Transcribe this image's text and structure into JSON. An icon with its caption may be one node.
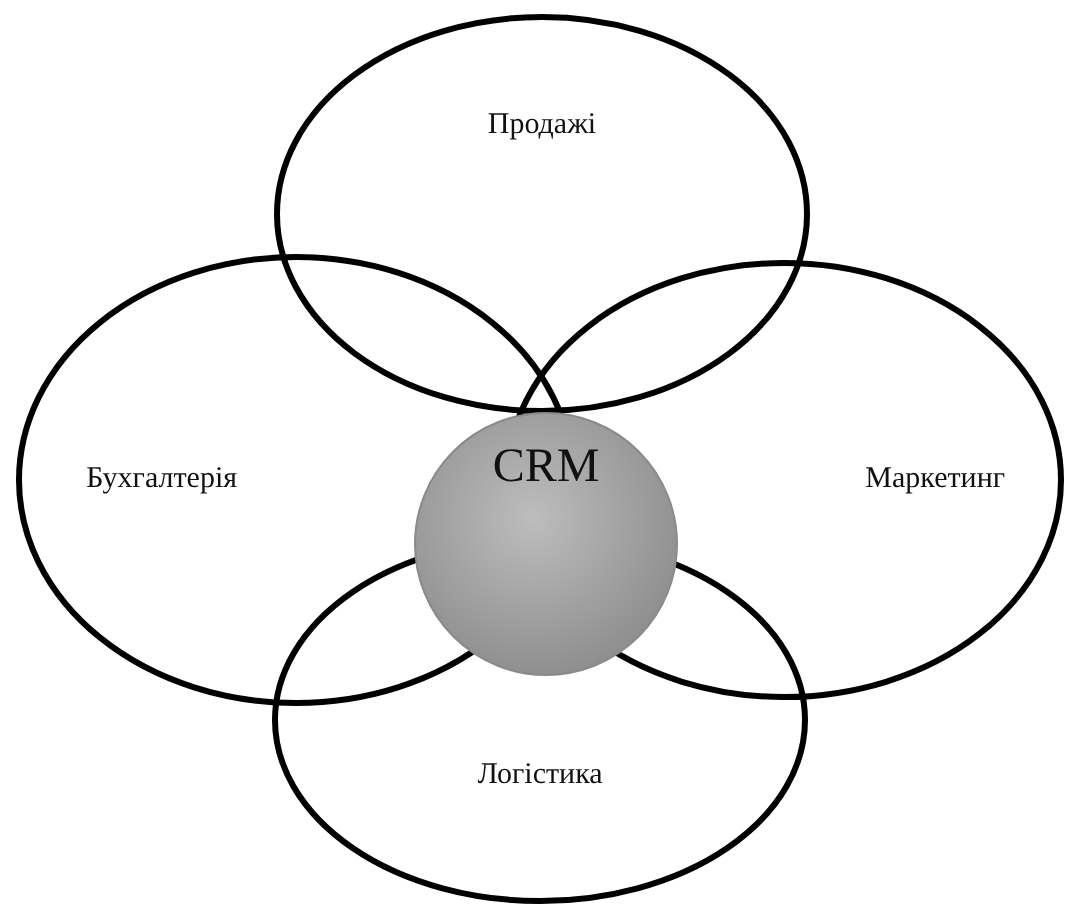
{
  "diagram": {
    "nodes": [
      {
        "text": [
          "Продажі"
        ]
      },
      {
        "text": [
          "Бухгалтерія"
        ]
      },
      {
        "text": [
          "Маркетинг"
        ]
      },
      {
        "text": [
          "Логістика"
        ]
      },
      {
        "text": [
          "CRM"
        ]
      }
    ]
  }
}
